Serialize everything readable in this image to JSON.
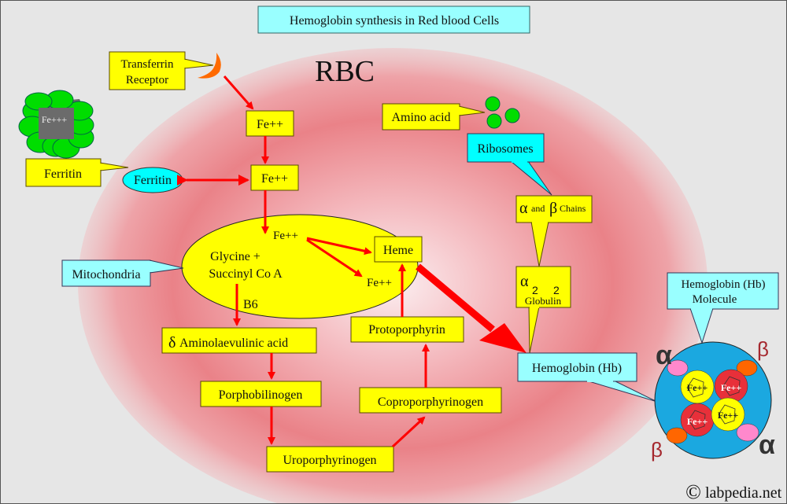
{
  "title": "Hemoglobin synthesis in Red blood Cells",
  "cell_label": "RBC",
  "colors": {
    "yellow": "#ffff00",
    "cyan_light": "#99ffff",
    "cyan": "#00ffff",
    "arrow_red": "#ff0000",
    "green": "#00dd00",
    "hb_blue": "#1ba8e0",
    "heme_red": "#e8303a",
    "pink": "#ff88cc",
    "orange": "#ff6600"
  },
  "callouts": {
    "transferrin_receptor": [
      "Transferrin",
      "Receptor"
    ],
    "ferritin_label": "Ferritin",
    "mitochondria": "Mitochondria",
    "amino_acid": "Amino acid",
    "ribosomes": "Ribosomes",
    "hemoglobin_hb": "Hemoglobin (Hb)",
    "hb_molecule": [
      "Hemoglobin (Hb)",
      "Molecule"
    ]
  },
  "ferritin_complex_label": "Fe+++",
  "ferritin_ellipse": "Ferritin",
  "iron_boxes": {
    "fe_top": "Fe++",
    "fe_middle": "Fe++",
    "fe_in_mito": "Fe++",
    "fe_released": "Fe++"
  },
  "mitochondria_contents": [
    "Glycine +",
    "Succinyl Co A"
  ],
  "cofactor": "B6",
  "pathway": {
    "ala": {
      "symbol": "δ",
      "text": "Aminolaevulinic acid"
    },
    "porphobilinogen": "Porphobilinogen",
    "uroporphyrinogen": "Uroporphyrinogen",
    "coproporphyrinogen": "Coproporphyrinogen",
    "protoporphyrin": "Protoporphyrin",
    "heme": "Heme"
  },
  "chains": {
    "alpha": "α",
    "and": "and",
    "beta": "β",
    "chains": "Chains"
  },
  "globulin": {
    "alpha": "α",
    "sub1": "2",
    "sub2": "2",
    "label": "Globulin"
  },
  "hb_molecule": {
    "fe_labels": [
      "Fe++",
      "Fe++",
      "Fe++",
      "Fe++"
    ],
    "chain_labels": {
      "top_left": "α",
      "top_right": "β",
      "bottom_left": "β",
      "bottom_right": "α"
    }
  },
  "copyright": {
    "symbol": "©",
    "text": "labpedia.net"
  }
}
